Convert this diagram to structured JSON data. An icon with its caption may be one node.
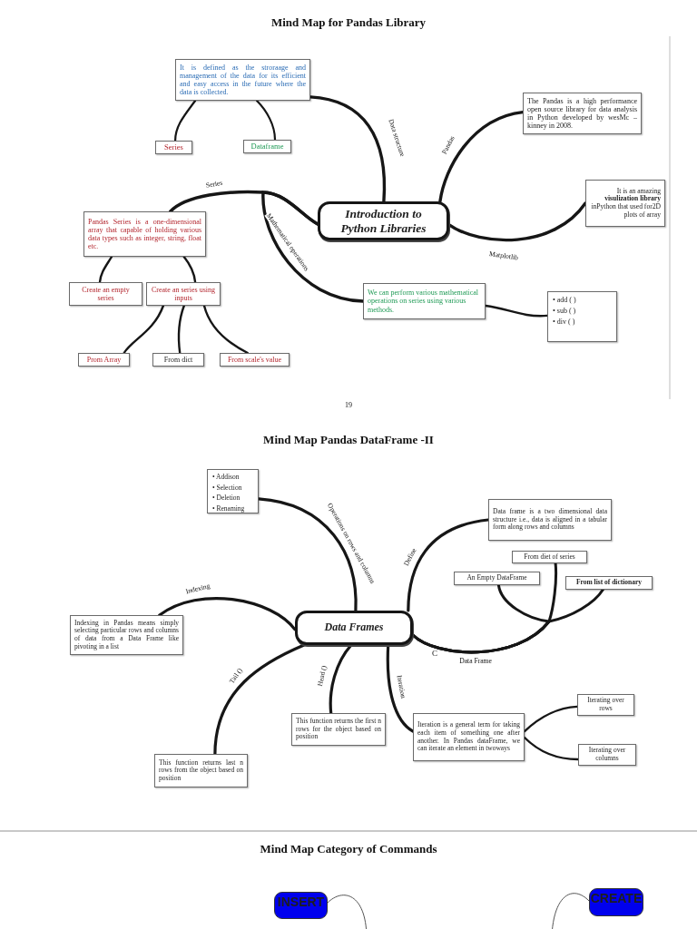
{
  "diagram": {
    "title": "Mind Map for Pandas Library",
    "nodes": [
      {
        "text": [
          "Introduction to Python Libraries"
        ]
      },
      {
        "text": [
          "It is defined as the stroraage and management of the data for its efficient and easy access in the future where the data is collected."
        ]
      },
      {
        "text": [
          "Series"
        ]
      },
      {
        "text": [
          "Dataframe"
        ]
      },
      {
        "text": [
          "The Pandas is a high performance open source library for data analysis in Python developed by wesMc – kinney in 2008."
        ]
      },
      {
        "text": [
          "It is an amazing **visulization library** inPython that used for2D plots of array"
        ]
      },
      {
        "text": [
          "Pandas Series is a one-dimensional array that capable of holding various data types such as integer, string, float etc."
        ]
      },
      {
        "text": [
          "Create an empty series"
        ]
      },
      {
        "text": [
          "Create an series using inputs"
        ]
      },
      {
        "text": [
          "Prom Array"
        ]
      },
      {
        "text": [
          "From dict"
        ]
      },
      {
        "text": [
          "From scale's value"
        ]
      },
      {
        "text": [
          "We can perform various mathematical operations on series using various methods."
        ]
      },
      {
        "text": [
          "• add ( )",
          "• sub ( )",
          "• div ( )"
        ]
      },
      {
        "text": [
          "Data Frames"
        ]
      },
      {
        "text": [
          "• Addison",
          "• Selection",
          "• Deletion",
          "• Renaming"
        ]
      },
      {
        "text": [
          "Data frame is a two dimensional data structure i.e., data is aligned in a tabular form along rows and columns"
        ]
      },
      {
        "text": [
          "From diet of series"
        ]
      },
      {
        "text": [
          "An Empty DataFrame"
        ]
      },
      {
        "text": [
          "From list of dictionary"
        ]
      },
      {
        "text": [
          "Indexing in Pandas means simply selecting particular rows and columns of data from a Data Frame like pivoting in a list"
        ]
      },
      {
        "text": [
          "This function returns last n rows from the object based on position"
        ]
      },
      {
        "text": [
          "This function returns the first n rows for the object based on position"
        ]
      },
      {
        "text": [
          "Iteration is a general term for taking each item of something one after another. In Pandas dataFrame, we can iterate an element in twoways"
        ]
      },
      {
        "text": [
          "Iterating over rows"
        ]
      },
      {
        "text": [
          "Iterating over columns"
        ]
      },
      {
        "text": [
          "INSERT"
        ]
      },
      {
        "text": [
          "CREATE"
        ]
      }
    ],
    "edges": [
      {
        "from": 0,
        "to": 1,
        "arrow": "none",
        "label": "Data structure"
      },
      {
        "from": 1,
        "to": 2,
        "arrow": "none"
      },
      {
        "from": 1,
        "to": 3,
        "arrow": "none"
      },
      {
        "from": 0,
        "to": 4,
        "arrow": "none",
        "label": "Pandas"
      },
      {
        "from": 0,
        "to": 5,
        "arrow": "none",
        "label": "Matplotlib"
      },
      {
        "from": 0,
        "to": 6,
        "arrow": "none",
        "label": "Series"
      },
      {
        "from": 0,
        "to": 12,
        "arrow": "none",
        "label": "Mathematical operations"
      },
      {
        "from": 6,
        "to": 7,
        "arrow": "none"
      },
      {
        "from": 6,
        "to": 8,
        "arrow": "none"
      },
      {
        "from": 8,
        "to": 9,
        "arrow": "none"
      },
      {
        "from": 8,
        "to": 10,
        "arrow": "none"
      },
      {
        "from": 8,
        "to": 11,
        "arrow": "none"
      },
      {
        "from": 12,
        "to": 13,
        "arrow": "none"
      },
      {
        "from": 14,
        "to": 15,
        "arrow": "none",
        "label": "Operations on rows and columns"
      },
      {
        "from": 14,
        "to": 16,
        "arrow": "none",
        "label": "Define"
      },
      {
        "from": 14,
        "to": 17,
        "arrow": "none",
        "label": "Data Frame"
      },
      {
        "from": 14,
        "to": 18,
        "arrow": "none"
      },
      {
        "from": 14,
        "to": 19,
        "arrow": "none"
      },
      {
        "from": 14,
        "to": 20,
        "arrow": "none",
        "label": "Indexing"
      },
      {
        "from": 14,
        "to": 21,
        "arrow": "none",
        "label": "Tail ()"
      },
      {
        "from": 14,
        "to": 22,
        "arrow": "none",
        "label": "Head ()"
      },
      {
        "from": 14,
        "to": 23,
        "arrow": "none",
        "label": "Iteration"
      },
      {
        "from": 23,
        "to": 24,
        "arrow": "none"
      },
      {
        "from": 23,
        "to": 25,
        "arrow": "none"
      },
      {
        "from": 26,
        "to": null,
        "arrow": "none",
        "color": "#555555"
      },
      {
        "from": 27,
        "to": null,
        "arrow": "none",
        "color": "#555555"
      }
    ],
    "labels": [
      "19",
      "Mind Map Pandas DataFrame -II",
      "C",
      "Mind Map Category of Commands"
    ]
  }
}
